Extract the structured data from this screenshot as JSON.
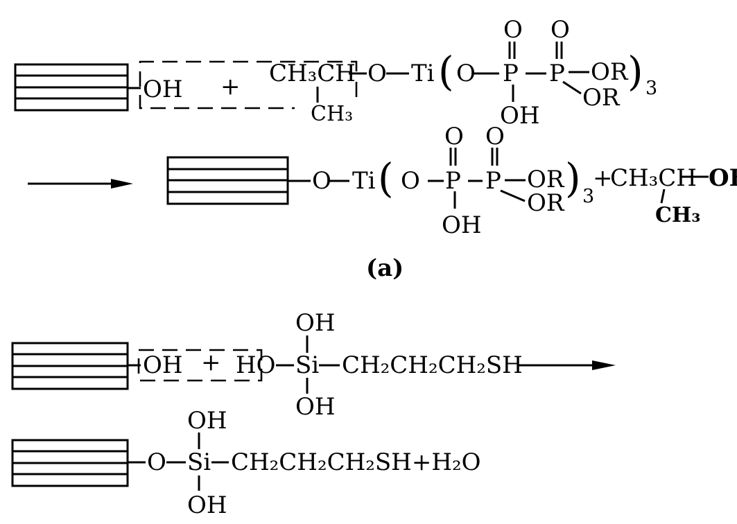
{
  "reaction_a": {
    "reactants": {
      "surface_oh": "OH",
      "plus": "+",
      "alkyl": "CH₃CH",
      "alkyl_methyl": "CH₃",
      "ester_o": "O",
      "ti": "Ti",
      "paren_open": "(",
      "o_inner": "O",
      "p1": "P",
      "p2": "P",
      "p1_oxo": "O",
      "p2_oxo": "O",
      "or1": "OR",
      "or2": "OR",
      "paren_close": ")",
      "count": "3",
      "p1_oh": "OH"
    },
    "products": {
      "o": "O",
      "ti": "Ti",
      "paren_open": "(",
      "o_inner": "O",
      "p1": "P",
      "p2": "P",
      "p1_oxo": "O",
      "p2_oxo": "O",
      "or1": "OR",
      "or2": "OR",
      "paren_close": ")",
      "count": "3",
      "plus": "+",
      "alcohol": "CH₃CH",
      "alcohol_oh": "OH",
      "alcohol_methyl": "CH₃",
      "p1_oh": "OH"
    },
    "label": "(a)"
  },
  "reaction_b": {
    "reactants": {
      "surface_oh": "OH",
      "plus": "+",
      "ho": "HO",
      "si": "Si",
      "chain": "CH₂CH₂CH₂SH",
      "oh_top": "OH",
      "oh_bottom": "OH"
    },
    "products": {
      "o": "O",
      "si": "Si",
      "chain_plus_water": "CH₂CH₂CH₂SH+H₂O",
      "oh_top": "OH",
      "oh_bottom": "OH"
    }
  }
}
